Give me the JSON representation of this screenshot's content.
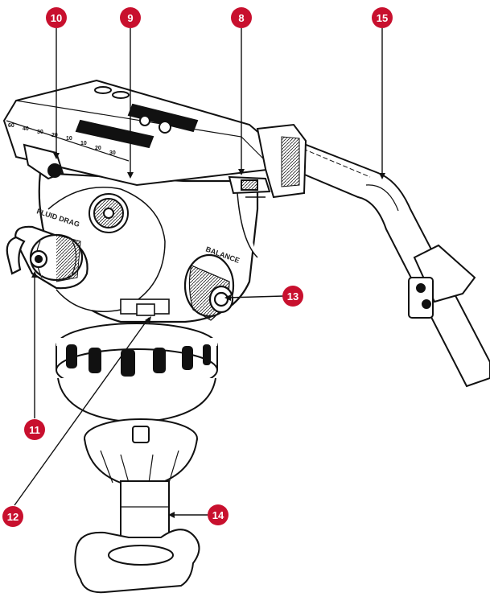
{
  "diagram": {
    "callouts": [
      {
        "id": "c8",
        "number": "8"
      },
      {
        "id": "c9",
        "number": "9"
      },
      {
        "id": "c10",
        "number": "10"
      },
      {
        "id": "c11",
        "number": "11"
      },
      {
        "id": "c12",
        "number": "12"
      },
      {
        "id": "c13",
        "number": "13"
      },
      {
        "id": "c14",
        "number": "14"
      },
      {
        "id": "c15",
        "number": "15"
      }
    ],
    "labels": {
      "fluid_drag": "FLUID DRAG",
      "balance": "BALANCE"
    },
    "colors": {
      "callout_fill": "#c8102e",
      "callout_text": "#ffffff",
      "line": "#111111"
    }
  }
}
